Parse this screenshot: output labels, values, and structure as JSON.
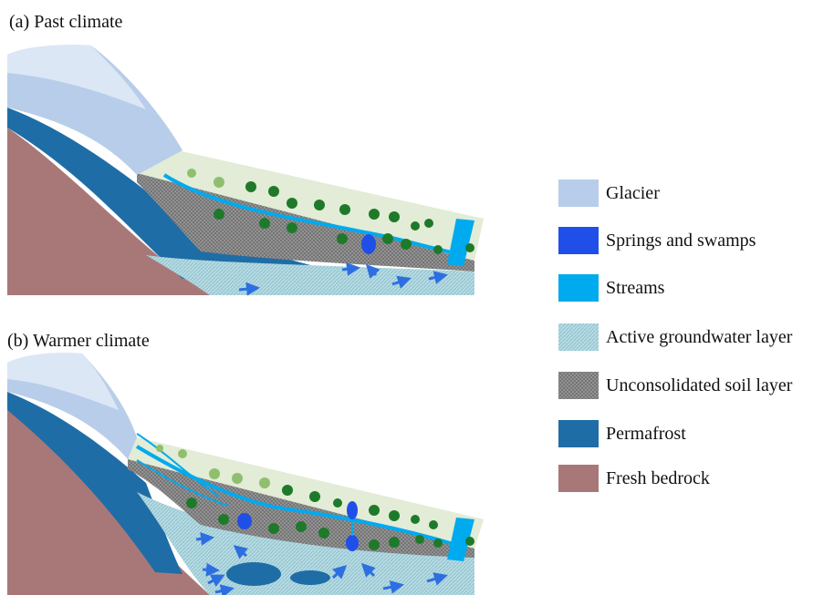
{
  "panels": {
    "a": {
      "title": "(a) Past climate"
    },
    "b": {
      "title": "(b) Warmer climate"
    }
  },
  "legend": {
    "items": [
      {
        "label": "Glacier",
        "color": "#b8cde9",
        "pattern": "solid"
      },
      {
        "label": "Springs and swamps",
        "color": "#1f4fe8",
        "pattern": "solid"
      },
      {
        "label": "Streams",
        "color": "#00aaee",
        "pattern": "solid"
      },
      {
        "label": "Active groundwater layer",
        "color": "#a9d3dc",
        "pattern": "hatch"
      },
      {
        "label": "Unconsolidated soil layer",
        "color": "#8a8a8a",
        "pattern": "crosshatch"
      },
      {
        "label": "Permafrost",
        "color": "#1f6da6",
        "pattern": "solid"
      },
      {
        "label": "Fresh bedrock",
        "color": "#a87878",
        "pattern": "solid"
      }
    ]
  },
  "colors": {
    "glacier_light": "#dbe7f5",
    "vegetation_zone": "#e2ecd6",
    "tree_dark": "#1e7a2a",
    "tree_light": "#8fbf6e",
    "arrow": "#2d6fe0"
  }
}
